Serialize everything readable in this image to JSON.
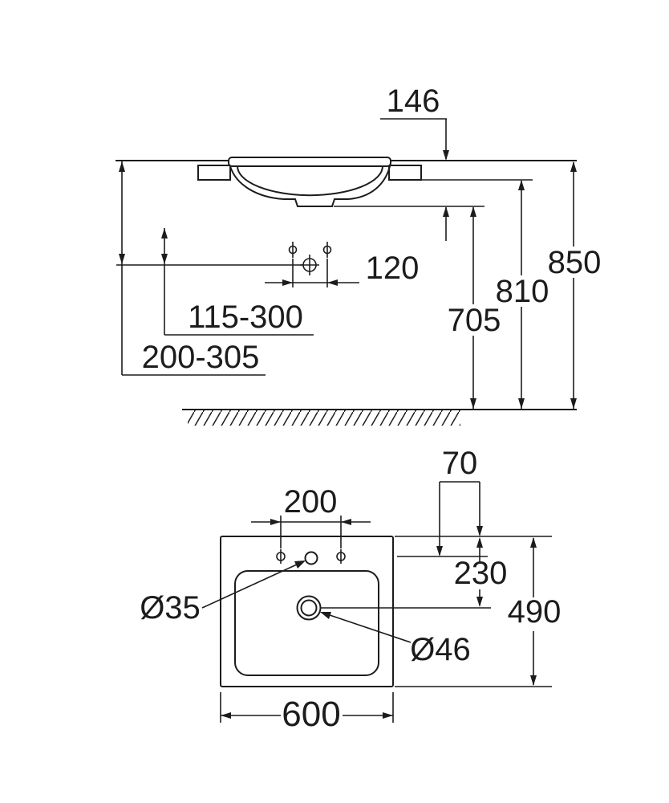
{
  "side_view": {
    "dim_146": "146",
    "dim_850": "850",
    "dim_810": "810",
    "dim_705": "705",
    "dim_120": "120",
    "range_115_300": "115-300",
    "range_200_305": "200-305"
  },
  "plan_view": {
    "dim_70": "70",
    "dim_200": "200",
    "dim_230": "230",
    "dim_490": "490",
    "dim_600": "600",
    "dia_faucet": "Ø35",
    "dia_drain": "Ø46"
  },
  "colors": {
    "ink": "#1c1c1c",
    "background": "#ffffff"
  }
}
